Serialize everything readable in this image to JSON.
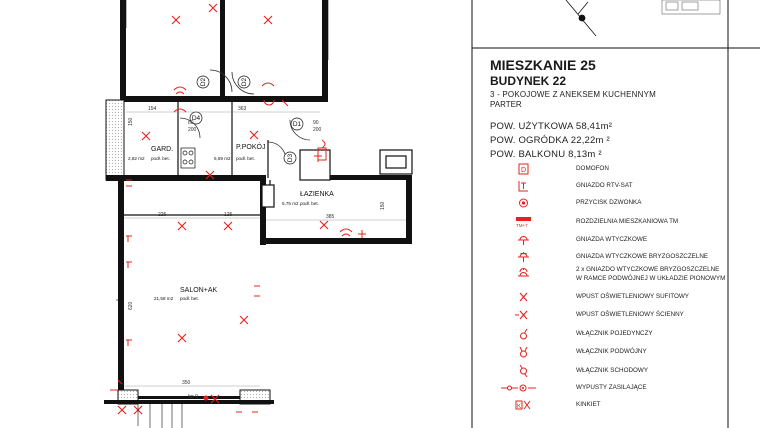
{
  "apartment": {
    "title": "MIESZKANIE 25",
    "building": "BUDYNEK 22",
    "type": "3 - POKOJOWE Z ANEKSEM KUCHENNYM",
    "floor": "PARTER",
    "usable_area": "POW. UŻYTKOWA 58,41m²",
    "garden_area": "POW. OGRÓDKA 22,22m ²",
    "balcony_area": "POW. BALKONU 8,13m ²"
  },
  "rooms": [
    {
      "name": "GARD.",
      "area": "2,82 m2",
      "floor": "podł. bet."
    },
    {
      "name": "P.POKÓJ",
      "area": "6,59 m2",
      "floor": "podł. bet."
    },
    {
      "name": "ŁAZIENKA",
      "area": "5,75 m2",
      "floor": "podł. bet."
    },
    {
      "name": "SALON+AK",
      "area": "21,58 m2",
      "floor": "podł. bet."
    }
  ],
  "doors": [
    "D2",
    "D2",
    "D4",
    "D1",
    "D3"
  ],
  "dimensions": {
    "d154": "154",
    "d363": "363",
    "d225": "225",
    "d125": "125",
    "d385": "385",
    "d350": "350",
    "d150": "150",
    "d620": "620",
    "d90": "90",
    "d200": "200",
    "d80": "80",
    "hp": "hp 0"
  },
  "legend": [
    {
      "icon": "intercom-icon",
      "label": "DOMOFON"
    },
    {
      "icon": "tv-socket-icon",
      "label": "GNIAZDO RTV-SAT"
    },
    {
      "icon": "doorbell-icon",
      "label": "PRZYCISK DZWONKA"
    },
    {
      "icon": "distribution-board-icon",
      "label": "ROZDZIELNIA MIESZKANIOWA TM",
      "sub": "TM+7"
    },
    {
      "icon": "socket-icon",
      "label": "GNIAZDA WTYCZKOWE"
    },
    {
      "icon": "splashproof-socket-icon",
      "label": "GNIAZDA WTYCZKOWE BRYZGOSZCZELNE"
    },
    {
      "icon": "double-socket-icon",
      "label": "2 x GNIAZDO WTYCZKOWE BRYZGOSZCZELNE",
      "label2": "W RAMCE PODWÓJNEJ W UKŁADZIE PIONOWYM"
    },
    {
      "icon": "ceiling-light-icon",
      "label": "WPUST OŚWIETLENIOWY SUFITOWY"
    },
    {
      "icon": "wall-light-icon",
      "label": "WPUST OŚWIETLENIOWY ŚCIENNY"
    },
    {
      "icon": "single-switch-icon",
      "label": "WŁĄCZNIK POJEDYNCZY"
    },
    {
      "icon": "double-switch-icon",
      "label": "WŁĄCZNIK PODWÓJNY"
    },
    {
      "icon": "stair-switch-icon",
      "label": "WŁĄCZNIK SCHODOWY"
    },
    {
      "icon": "power-outlet-icon",
      "label": "WYPUSTY ZASILAJĄCE"
    },
    {
      "icon": "sconce-icon",
      "label": "KINKIET"
    }
  ],
  "colors": {
    "symbol": "#e8201e",
    "wall": "#111111",
    "hatch": "#cfd8e0"
  }
}
